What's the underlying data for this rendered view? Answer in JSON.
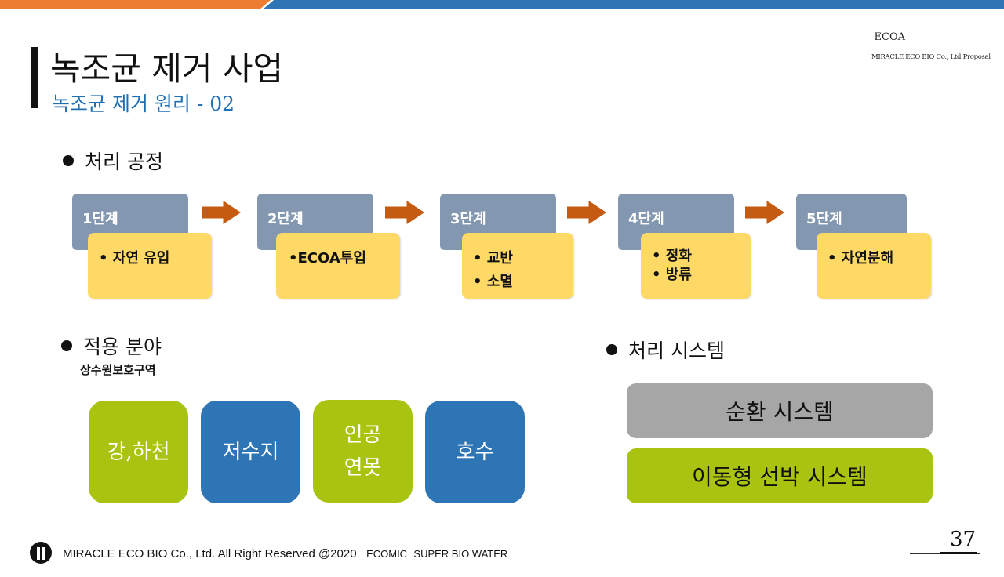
{
  "header": {
    "title": "녹조균 제거 사업",
    "subtitle": "녹조균 제거 원리 - 02",
    "brand": "ECOA",
    "brand_sub": "MIRACLE ECO BIO Co., Ltd Proposal"
  },
  "process": {
    "heading": "처리 공정",
    "steps": [
      {
        "label": "1단계",
        "items": [
          "• 자연 유입"
        ]
      },
      {
        "label": "2단계",
        "items": [
          "•ECOA투입"
        ]
      },
      {
        "label": "3단계",
        "items": [
          "• 교반",
          "• 소멸"
        ]
      },
      {
        "label": "4단계",
        "items": [
          "• 정화",
          "• 방류"
        ]
      },
      {
        "label": "5단계",
        "items": [
          "• 자연분해"
        ]
      }
    ]
  },
  "application": {
    "heading": "적용 분야",
    "sublabel": "상수원보호구역",
    "tiles": [
      {
        "lines": [
          "강,하천"
        ]
      },
      {
        "lines": [
          "저수지"
        ]
      },
      {
        "lines": [
          "인공",
          "연못"
        ]
      },
      {
        "lines": [
          "호수"
        ]
      }
    ]
  },
  "system": {
    "heading": "처리 시스템",
    "boxes": [
      "순환 시스템",
      "이동형 선박 시스템"
    ]
  },
  "footer": {
    "company": "MIRACLE ECO BIO Co., Ltd. All Right Reserved @2020",
    "tag1": "ECOMIC",
    "tag2": "SUPER BIO WATER",
    "page": "37"
  },
  "colors": {
    "accent_orange": "#ed7d31",
    "accent_blue": "#2e75b6",
    "step_head": "#8497b0",
    "step_body": "#ffd966",
    "arrow": "#c55a11",
    "green": "#a9c410",
    "gray": "#a6a6a6"
  }
}
